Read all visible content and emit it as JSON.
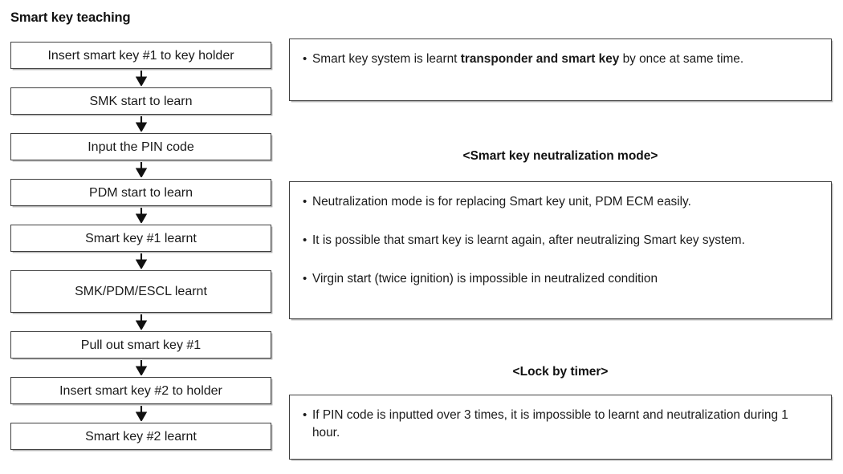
{
  "page": {
    "title": "Smart key teaching"
  },
  "flow": {
    "steps": [
      {
        "label": "Insert smart key #1 to key holder",
        "lines": 1
      },
      {
        "label": "SMK start to learn",
        "lines": 1
      },
      {
        "label": "Input the PIN code",
        "lines": 1
      },
      {
        "label": "PDM start to learn",
        "lines": 1
      },
      {
        "label": "Smart key #1 learnt",
        "lines": 1
      },
      {
        "label": "SMK/PDM/ESCL learnt",
        "lines": 2
      },
      {
        "label": "Pull out smart key #1",
        "lines": 1
      },
      {
        "label": "Insert smart key #2 to holder",
        "lines": 1
      },
      {
        "label": "Smart key #2 learnt",
        "lines": 1
      }
    ],
    "arrow_icon": "arrow-down-icon"
  },
  "notes": {
    "bullet_glyph": "•",
    "box1": {
      "bullets": [
        {
          "pre": "Smart key system is learnt ",
          "bold": "transponder and smart key",
          "post": " by once at same  time."
        }
      ]
    },
    "heading_neutralization": "<Smart key neutralization mode>",
    "box2": {
      "bullets": [
        {
          "text": "Neutralization mode is for replacing Smart key unit, PDM ECM easily."
        },
        {
          "text": "It is possible that smart key is learnt again, after neutralizing Smart key system."
        },
        {
          "text": "Virgin start (twice ignition) is impossible in neutralized condition"
        }
      ]
    },
    "heading_lock": "<Lock by timer>",
    "box3": {
      "bullets": [
        {
          "text": "If PIN code is inputted over 3 times, it is impossible to learnt and neutralization during 1 hour."
        }
      ]
    }
  },
  "colors": {
    "border": "#3f3f3f",
    "shadow": "#b4b4b4",
    "text": "#1a1a1a",
    "background": "#ffffff"
  }
}
